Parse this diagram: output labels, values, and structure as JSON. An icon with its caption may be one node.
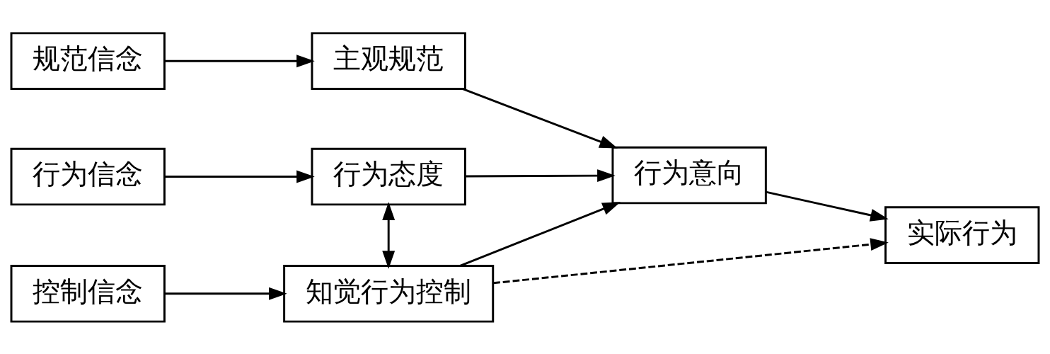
{
  "diagram": {
    "nodes": [
      {
        "text": [
          "行为信念"
        ]
      },
      {
        "text": [
          "规范信念"
        ]
      },
      {
        "text": [
          "控制信念"
        ]
      },
      {
        "text": [
          "行为态度"
        ]
      },
      {
        "text": [
          "主观规范"
        ]
      },
      {
        "text": [
          "知觉行为控制"
        ]
      },
      {
        "text": [
          "行为意向"
        ]
      },
      {
        "text": [
          "实际行为"
        ]
      }
    ],
    "edges": [
      {
        "from": 0,
        "to": 3,
        "arrow": "to"
      },
      {
        "from": 1,
        "to": 4,
        "arrow": "to"
      },
      {
        "from": 2,
        "to": 5,
        "arrow": "to"
      },
      {
        "from": 3,
        "to": 5,
        "arrow": "both"
      },
      {
        "from": 3,
        "to": 6,
        "arrow": "to"
      },
      {
        "from": 4,
        "to": 6,
        "arrow": "to"
      },
      {
        "from": 5,
        "to": 6,
        "arrow": "to"
      },
      {
        "from": 6,
        "to": 7,
        "arrow": "to"
      },
      {
        "from": 5,
        "to": 7,
        "arrow": "to",
        "style": "dashed"
      }
    ]
  }
}
